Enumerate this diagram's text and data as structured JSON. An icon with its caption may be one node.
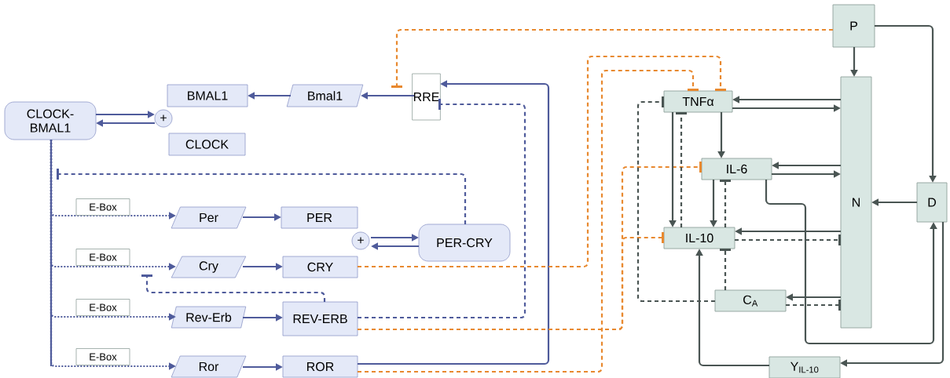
{
  "diagram": {
    "nodes": [
      {
        "text": [
          "CLOCK-BMAL1"
        ]
      },
      {
        "text": [
          "+"
        ]
      },
      {
        "text": [
          "BMAL1"
        ]
      },
      {
        "text": [
          "CLOCK"
        ]
      },
      {
        "text": [
          "Bmal1"
        ]
      },
      {
        "text": [
          "RRE"
        ]
      },
      {
        "text": [
          "Per"
        ]
      },
      {
        "text": [
          "PER"
        ]
      },
      {
        "text": [
          "+"
        ]
      },
      {
        "text": [
          "PER-CRY"
        ]
      },
      {
        "text": [
          "Cry"
        ]
      },
      {
        "text": [
          "CRY"
        ]
      },
      {
        "text": [
          "Rev-Erb"
        ]
      },
      {
        "text": [
          "REV-ERB"
        ]
      },
      {
        "text": [
          "Ror"
        ]
      },
      {
        "text": [
          "ROR"
        ]
      },
      {
        "text": [
          "P"
        ]
      },
      {
        "text": [
          "TNFα"
        ]
      },
      {
        "text": [
          "IL-6"
        ]
      },
      {
        "text": [
          "N"
        ]
      },
      {
        "text": [
          "D"
        ]
      },
      {
        "text": [
          "IL-10"
        ]
      },
      {
        "text": [
          "C$_{A}$"
        ]
      },
      {
        "text": [
          "Y$_{IL-10}$"
        ]
      }
    ],
    "edges": [
      {
        "from": 0,
        "to": 1,
        "arrow": "to",
        "color": "#4f5b9b"
      },
      {
        "from": 1,
        "to": 0,
        "arrow": "to",
        "color": "#4f5b9b"
      },
      {
        "from": 4,
        "to": 2,
        "arrow": "to",
        "color": "#4f5b9b"
      },
      {
        "from": 5,
        "to": 4,
        "arrow": "to",
        "color": "#4f5b9b"
      },
      {
        "from": 0,
        "to": 6,
        "arrow": "to",
        "label": "E-Box",
        "style": "dashed",
        "color": "#4f5b9b"
      },
      {
        "from": 0,
        "to": 10,
        "arrow": "to",
        "label": "E-Box",
        "style": "dashed",
        "color": "#4f5b9b"
      },
      {
        "from": 0,
        "to": 12,
        "arrow": "to",
        "label": "E-Box",
        "style": "dashed",
        "color": "#4f5b9b"
      },
      {
        "from": 0,
        "to": 14,
        "arrow": "to",
        "label": "E-Box",
        "style": "dashed",
        "color": "#4f5b9b"
      },
      {
        "from": 6,
        "to": 7,
        "arrow": "to",
        "color": "#4f5b9b"
      },
      {
        "from": 10,
        "to": 11,
        "arrow": "to",
        "color": "#4f5b9b"
      },
      {
        "from": 12,
        "to": 13,
        "arrow": "to",
        "color": "#4f5b9b"
      },
      {
        "from": 14,
        "to": 15,
        "arrow": "to",
        "color": "#4f5b9b"
      },
      {
        "from": 8,
        "to": 9,
        "arrow": "to",
        "color": "#4f5b9b"
      },
      {
        "from": 9,
        "to": 8,
        "arrow": "to",
        "color": "#4f5b9b"
      },
      {
        "from": 9,
        "to": null,
        "arrow": "other",
        "style": "dashed",
        "color": "#4f5b9b"
      },
      {
        "from": 13,
        "to": null,
        "arrow": "other",
        "style": "dashed",
        "color": "#4f5b9b"
      },
      {
        "from": 13,
        "to": 5,
        "arrow": "other",
        "style": "dashed",
        "color": "#4f5b9b"
      },
      {
        "from": 15,
        "to": 5,
        "arrow": "to",
        "color": "#4f5b9b"
      },
      {
        "from": 16,
        "to": 5,
        "arrow": "other",
        "style": "dashed",
        "color": "#e8892f"
      },
      {
        "from": 11,
        "to": 17,
        "arrow": "other",
        "style": "dashed",
        "color": "#e8892f"
      },
      {
        "from": 15,
        "to": 17,
        "arrow": "other",
        "style": "dashed",
        "color": "#e8892f"
      },
      {
        "from": 13,
        "to": 18,
        "arrow": "other",
        "style": "dashed",
        "color": "#e8892f"
      },
      {
        "from": 13,
        "to": 21,
        "arrow": "other",
        "style": "dashed",
        "color": "#e8892f"
      },
      {
        "from": 16,
        "to": 19,
        "arrow": "to"
      },
      {
        "from": 16,
        "to": 20,
        "arrow": "to"
      },
      {
        "from": 19,
        "to": 17,
        "arrow": "to"
      },
      {
        "from": 17,
        "to": 19,
        "arrow": "to"
      },
      {
        "from": 19,
        "to": 18,
        "arrow": "to"
      },
      {
        "from": 18,
        "to": 19,
        "arrow": "to"
      },
      {
        "from": 17,
        "to": 18,
        "arrow": "to"
      },
      {
        "from": 17,
        "to": 21,
        "arrow": "to"
      },
      {
        "from": 21,
        "to": 17,
        "arrow": "other",
        "style": "dashed"
      },
      {
        "from": 18,
        "to": 21,
        "arrow": "to"
      },
      {
        "from": 21,
        "to": 18,
        "arrow": "other",
        "style": "dashed"
      },
      {
        "from": 19,
        "to": 21,
        "arrow": "to"
      },
      {
        "from": 21,
        "to": 19,
        "arrow": "other",
        "style": "dashed"
      },
      {
        "from": 22,
        "to": 21,
        "arrow": "other",
        "style": "dashed"
      },
      {
        "from": 19,
        "to": 22,
        "arrow": "to"
      },
      {
        "from": 22,
        "to": 19,
        "arrow": "other",
        "style": "dashed"
      },
      {
        "from": 22,
        "to": 17,
        "arrow": "other",
        "style": "dashed"
      },
      {
        "from": 20,
        "to": 19,
        "arrow": "to"
      },
      {
        "from": 18,
        "to": 20,
        "arrow": "to"
      },
      {
        "from": 20,
        "to": 23,
        "arrow": "to"
      },
      {
        "from": 23,
        "to": 21,
        "arrow": "to"
      }
    ]
  }
}
